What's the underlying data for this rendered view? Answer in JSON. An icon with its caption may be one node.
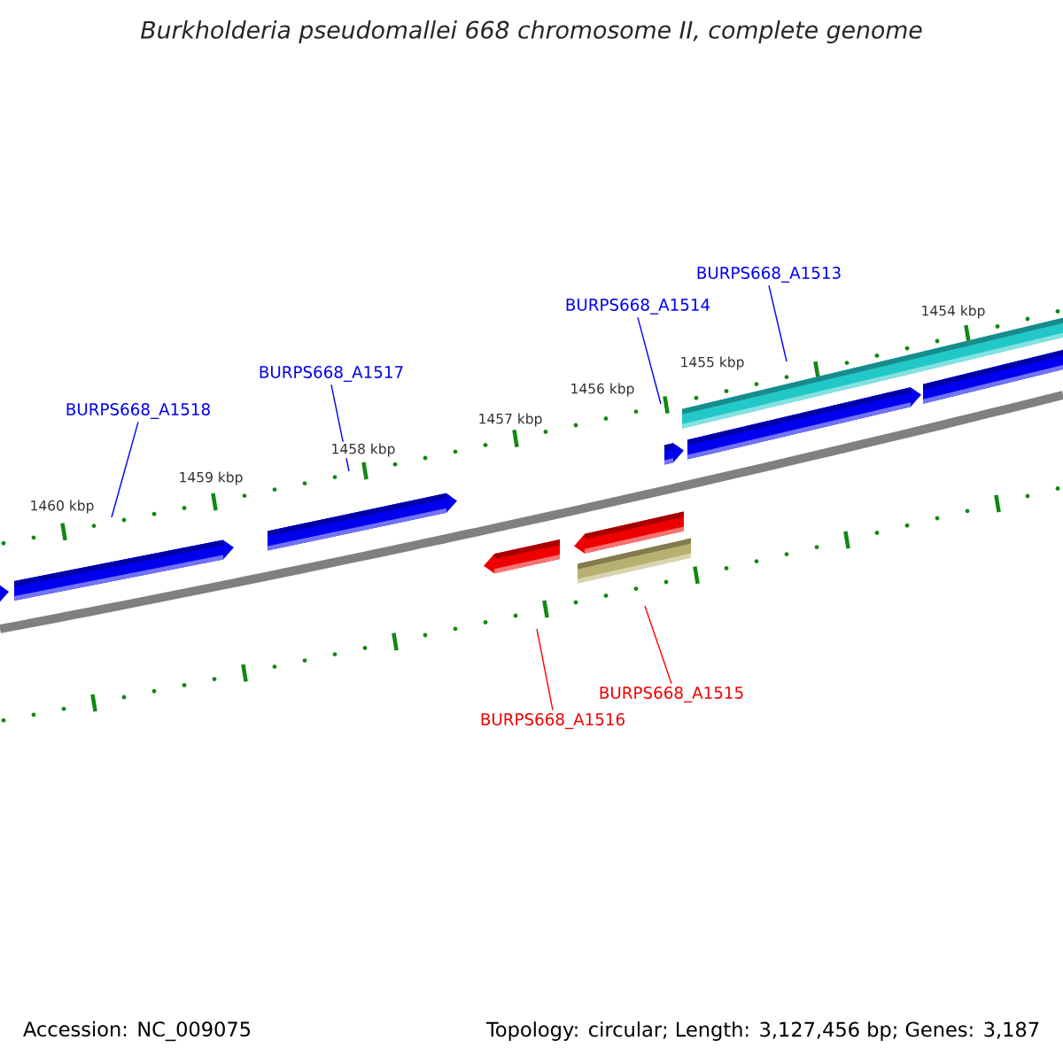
{
  "diagram": {
    "title": "Burkholderia pseudomallei 668 chromosome II, complete genome",
    "nodes": [
      {
        "text": [
          "BURPS668_A1518"
        ]
      },
      {
        "text": [
          "BURPS668_A1517"
        ]
      },
      {
        "text": [
          "BURPS668_A1514"
        ]
      },
      {
        "text": [
          "BURPS668_A1513"
        ]
      },
      {
        "text": [
          "BURPS668_A1516"
        ]
      },
      {
        "text": [
          "BURPS668_A1515"
        ]
      }
    ],
    "edges": [
      {
        "from": 0,
        "to": null,
        "arrow": "none"
      },
      {
        "from": 1,
        "to": null,
        "arrow": "none"
      },
      {
        "from": 2,
        "to": null,
        "arrow": "none"
      },
      {
        "from": 3,
        "to": null,
        "arrow": "none"
      },
      {
        "from": 4,
        "to": null,
        "arrow": "none",
        "color": "#ff0000"
      },
      {
        "from": 5,
        "to": null,
        "arrow": "none",
        "color": "#ff0000"
      }
    ],
    "labels": [
      "1454 kbp",
      "1455 kbp",
      "1456 kbp",
      "1457 kbp",
      "1458 kbp",
      "1459 kbp",
      "1460 kbp",
      "Accession: NC_009075",
      "Topology: circular; Length: 3,127,456 bp; Genes: 3,187"
    ]
  }
}
